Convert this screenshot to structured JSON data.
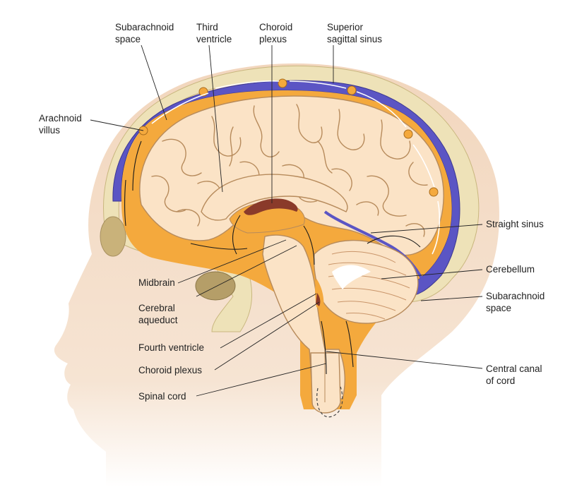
{
  "labels": {
    "subarachnoid_top": [
      "Subarachnoid",
      "space"
    ],
    "third_ventricle": [
      "Third",
      "ventricle"
    ],
    "choroid_top": [
      "Choroid",
      "plexus"
    ],
    "superior_sinus": [
      "Superior",
      "sagittal sinus"
    ],
    "arachnoid_villus": [
      "Arachnoid",
      "villus"
    ],
    "straight_sinus": [
      "Straight sinus"
    ],
    "cerebellum": [
      "Cerebellum"
    ],
    "subarachnoid_right": [
      "Subarachnoid",
      "space"
    ],
    "midbrain": [
      "Midbrain"
    ],
    "cerebral_aqueduct": [
      "Cerebral",
      "aqueduct"
    ],
    "fourth_ventricle": [
      "Fourth ventricle"
    ],
    "choroid_bottom": [
      "Choroid plexus"
    ],
    "spinal_cord": [
      "Spinal cord"
    ],
    "central_canal": [
      "Central canal",
      "of cord"
    ]
  },
  "colors": {
    "skin": "#f2d6bd",
    "bone": "#eee2b8",
    "csf": "#f4a93d",
    "brain": "#fbe3c6",
    "sinus": "#5b55c4",
    "choroid": "#8a3a2a"
  }
}
